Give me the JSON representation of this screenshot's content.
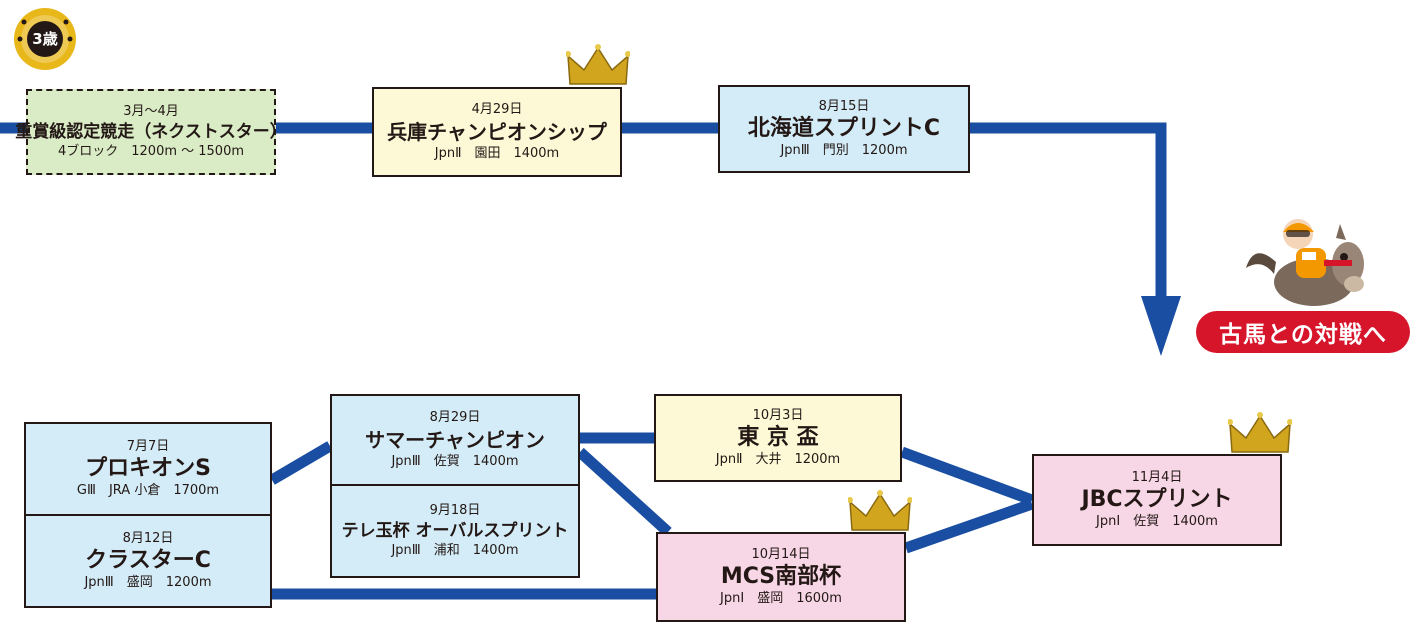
{
  "colors": {
    "line": "#1a4ea2",
    "border": "#231815",
    "blue_box": "#d3ecf8",
    "yellow_box": "#fdf8d6",
    "pink_box": "#f7d7e6",
    "green_box": "#d9ecc5",
    "badge_gold": "#e8b71a",
    "cta_red": "#d7152a"
  },
  "badge": {
    "label": "3歳"
  },
  "cta": {
    "label": "古馬との対戦へ"
  },
  "races": {
    "nextstar": {
      "date": "3月～4月",
      "name": "重賞級認定競走（ネクストスター）",
      "detail": "4ブロック　1200m ～ 1500m"
    },
    "hyogo": {
      "date": "4月29日",
      "name": "兵庫チャンピオンシップ",
      "detail": "JpnⅡ　園田　1400m"
    },
    "hokkaido": {
      "date": "8月15日",
      "name": "北海道スプリントC",
      "detail": "JpnⅢ　門別　1200m"
    },
    "procyon": {
      "date": "7月7日",
      "name": "プロキオンS",
      "detail": "GⅢ　JRA 小倉　1700m"
    },
    "cluster": {
      "date": "8月12日",
      "name": "クラスターC",
      "detail": "JpnⅢ　盛岡　1200m"
    },
    "summer": {
      "date": "8月29日",
      "name": "サマーチャンピオン",
      "detail": "JpnⅢ　佐賀　1400m"
    },
    "oval": {
      "date": "9月18日",
      "name": "テレ玉杯 オーバルスプリント",
      "detail": "JpnⅢ　浦和　1400m"
    },
    "tokyo": {
      "date": "10月3日",
      "name": "東 京 盃",
      "detail": "JpnⅡ　大井　1200m"
    },
    "mcs": {
      "date": "10月14日",
      "name": "MCS南部杯",
      "detail": "JpnⅠ　盛岡　1600m"
    },
    "jbc": {
      "date": "11月4日",
      "name": "JBCスプリント",
      "detail": "JpnⅠ　佐賀　1400m"
    }
  },
  "icons": [
    "horseshoe-badge-icon",
    "crown-icon",
    "jockey-horse-icon",
    "arrow-down-icon"
  ]
}
